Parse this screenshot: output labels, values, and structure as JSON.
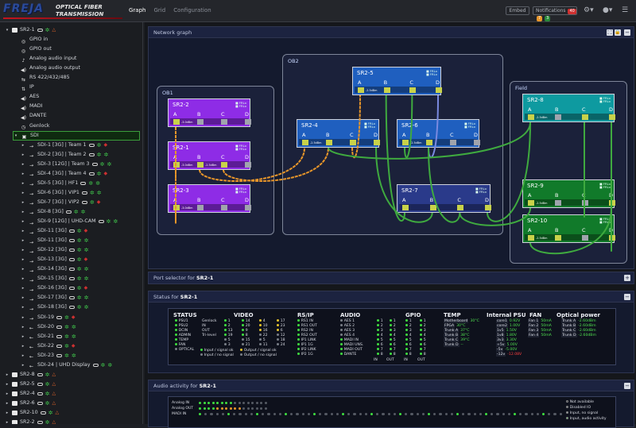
{
  "app": {
    "logo_brand": "FREJA",
    "logo_sub1": "OPTICAL FIBER",
    "logo_sub2": "TRANSMISSION",
    "nav": [
      "Graph",
      "Grid",
      "Configuration"
    ],
    "embed_label": "Embed",
    "notifications_label": "Notifications",
    "notif_counts": [
      "40",
      "7",
      "3"
    ]
  },
  "tree": [
    {
      "label": "SR2-1",
      "level": 1,
      "type": "device"
    },
    {
      "label": "GPIO in",
      "level": 2,
      "type": "gpio"
    },
    {
      "label": "GPIO out",
      "level": 2,
      "type": "gpio"
    },
    {
      "label": "Analog audio input",
      "level": 2,
      "type": "mic"
    },
    {
      "label": "Analog audio output",
      "level": 2,
      "type": "spk"
    },
    {
      "label": "RS 422/432/485",
      "level": 2,
      "type": "rs"
    },
    {
      "label": "IP",
      "level": 2,
      "type": "ip"
    },
    {
      "label": "AES",
      "level": 2,
      "type": "spk"
    },
    {
      "label": "MADI",
      "level": 2,
      "type": "spk"
    },
    {
      "label": "DANTE",
      "level": 2,
      "type": "spk"
    },
    {
      "label": "Genlock",
      "level": 2,
      "type": "clock"
    },
    {
      "label": "SDI",
      "level": 2,
      "type": "sdi"
    },
    {
      "label": "SDI-1 [3G] | Team 1",
      "level": 3,
      "type": "sdiin"
    },
    {
      "label": "SDI-2 [3G] | Team 2",
      "level": 3,
      "type": "sdiin"
    },
    {
      "label": "SDI-3 [12G] | Team 3",
      "level": 3,
      "type": "sdiin"
    },
    {
      "label": "SDI-4 [3G] | Team 4",
      "level": 3,
      "type": "sdiin"
    },
    {
      "label": "SDI-5 [3G] | HF1",
      "level": 3,
      "type": "sdiin"
    },
    {
      "label": "SDI-6 [3G] | VIP1",
      "level": 3,
      "type": "sdiin"
    },
    {
      "label": "SDI-7 [3G] | VIP2",
      "level": 3,
      "type": "sdiin"
    },
    {
      "label": "SDI-8 [3G]",
      "level": 3,
      "type": "sdiin"
    },
    {
      "label": "SDI-9 [12G] | UHD-CAM",
      "level": 3,
      "type": "sdiin"
    },
    {
      "label": "SDI-11 [3G]",
      "level": 3,
      "type": "sdiin"
    },
    {
      "label": "SDI-11 [3G]",
      "level": 3,
      "type": "sdiin"
    },
    {
      "label": "SDI-12 [3G]",
      "level": 3,
      "type": "sdiin"
    },
    {
      "label": "SDI-13 [3G]",
      "level": 3,
      "type": "sdiin"
    },
    {
      "label": "SDI-14 [3G]",
      "level": 3,
      "type": "sdiin"
    },
    {
      "label": "SDI-15 [3G]",
      "level": 3,
      "type": "sdiin"
    },
    {
      "label": "SDI-16 [3G]",
      "level": 3,
      "type": "sdiin"
    },
    {
      "label": "SDI-17 [3G]",
      "level": 3,
      "type": "sdiin"
    },
    {
      "label": "SDI-18 [3G]",
      "level": 3,
      "type": "sdiin"
    },
    {
      "label": "SDI-19",
      "level": 3,
      "type": "sdiin"
    },
    {
      "label": "SDI-20",
      "level": 3,
      "type": "sdiout"
    },
    {
      "label": "SDI-21",
      "level": 3,
      "type": "sdiout"
    },
    {
      "label": "SDI-22",
      "level": 3,
      "type": "sdiout"
    },
    {
      "label": "SDI-23",
      "level": 3,
      "type": "sdiout"
    },
    {
      "label": "SDI-24 | UHD Display",
      "level": 3,
      "type": "sdiout"
    },
    {
      "label": "SR2-8",
      "level": 1,
      "type": "device"
    },
    {
      "label": "SR2-5",
      "level": 1,
      "type": "device"
    },
    {
      "label": "SR2-4",
      "level": 1,
      "type": "device"
    },
    {
      "label": "SR2-6",
      "level": 1,
      "type": "device"
    },
    {
      "label": "SR2-10",
      "level": 1,
      "type": "device"
    },
    {
      "label": "SR2-2",
      "level": 1,
      "type": "device"
    }
  ],
  "graph_panel": {
    "title": "Network graph",
    "groups": [
      {
        "id": "ob1",
        "label": "OB1"
      },
      {
        "id": "ob2",
        "label": "OB2"
      },
      {
        "id": "field",
        "label": "Field"
      }
    ],
    "nodes": [
      {
        "id": "sr2-2",
        "label": "SR2-2",
        "flags": [
          "FRLx",
          "FRLx"
        ],
        "ports": [
          "A",
          "B",
          "C",
          "D"
        ],
        "levels": [
          "-3.0dBm",
          "",
          "",
          ""
        ],
        "lit": [
          true,
          false,
          false,
          false
        ],
        "color": "#8e2ce6"
      },
      {
        "id": "sr2-1",
        "label": "SR2-1",
        "flags": [
          "FRLx",
          "FRLx"
        ],
        "ports": [
          "A",
          "B",
          "C",
          "D"
        ],
        "levels": [
          "-3.0dBm",
          "-2.5dBm",
          "",
          ""
        ],
        "lit": [
          true,
          true,
          true,
          false
        ],
        "color": "#8e2ce6"
      },
      {
        "id": "sr2-3",
        "label": "SR2-3",
        "flags": [
          "FRLx",
          "FRLx"
        ],
        "ports": [
          "A",
          "B",
          "C",
          "D"
        ],
        "levels": [
          "-3.0dBm",
          "",
          "",
          ""
        ],
        "lit": [
          true,
          false,
          false,
          false
        ],
        "color": "#8e2ce6"
      },
      {
        "id": "sr2-5",
        "label": "SR2-5",
        "flags": [
          "FRLx",
          "FRLx"
        ],
        "ports": [
          "A",
          "B",
          "C",
          "D"
        ],
        "levels": [
          "-2.5dBm",
          "",
          "",
          ""
        ],
        "lit": [
          true,
          true,
          true,
          true
        ],
        "color": "#1f5fbf"
      },
      {
        "id": "sr2-4",
        "label": "SR2-4",
        "flags": [
          "FRLx",
          "FRLx"
        ],
        "ports": [
          "A",
          "B",
          "C",
          "D"
        ],
        "levels": [
          "-2.5dBm",
          "",
          "",
          ""
        ],
        "lit": [
          true,
          true,
          true,
          true
        ],
        "color": "#1f5fbf"
      },
      {
        "id": "sr2-6",
        "label": "SR2-6",
        "flags": [
          "FRLx",
          "FRLx"
        ],
        "ports": [
          "A",
          "B",
          "C",
          "D"
        ],
        "levels": [
          "-2.5dBm",
          "",
          "",
          ""
        ],
        "lit": [
          true,
          true,
          false,
          false
        ],
        "color": "#1f5fbf"
      },
      {
        "id": "sr2-7",
        "label": "SR2-7",
        "flags": [
          "FRLx",
          "FRLx"
        ],
        "ports": [
          "A",
          "B",
          "C",
          "D"
        ],
        "levels": [
          "",
          "",
          "",
          ""
        ],
        "lit": [
          true,
          true,
          true,
          true
        ],
        "color": "#2a3a8a"
      },
      {
        "id": "sr2-8",
        "label": "SR2-8",
        "flags": [
          "FRLx",
          "FRLx"
        ],
        "ports": [
          "A",
          "B",
          "C",
          "D"
        ],
        "levels": [
          "-2.5dBm",
          "",
          "",
          ""
        ],
        "lit": [
          true,
          false,
          true,
          true
        ],
        "color": "#0e9aa0"
      },
      {
        "id": "sr2-9",
        "label": "SR2-9",
        "flags": [
          "FRLx",
          "FRLx"
        ],
        "ports": [
          "A",
          "B",
          "C",
          "D"
        ],
        "levels": [
          "-2.5dBm",
          "",
          "",
          ""
        ],
        "lit": [
          true,
          false,
          false,
          true
        ],
        "color": "#117a2a"
      },
      {
        "id": "sr2-10",
        "label": "SR2-10",
        "flags": [
          "FRLx",
          "FRLx"
        ],
        "ports": [
          "A",
          "B",
          "C",
          "D"
        ],
        "levels": [
          "-2.5dBm",
          "",
          "",
          ""
        ],
        "lit": [
          true,
          true,
          false,
          true
        ],
        "color": "#117a2a"
      }
    ]
  },
  "port_panel": {
    "title": "Port selector for",
    "device": "SR2-1"
  },
  "status_panel": {
    "title": "Status for",
    "device": "SR2-1",
    "headers": [
      "STATUS",
      "VIDEO",
      "RS/IP",
      "AUDIO",
      "GPIO",
      "TEMP",
      "Internal PSU",
      "FAN",
      "Optical power"
    ],
    "status_items": [
      "PSU1",
      "PSU2",
      "DCIN",
      "ADMIN",
      "TEMP",
      "FAN",
      "OPTICAL"
    ],
    "video_rows": [
      "Genlock",
      "IN",
      "OUT",
      "Tri-level"
    ],
    "video_numbers": [
      "1",
      "2",
      "13",
      "19",
      "5",
      "3",
      "14",
      "20",
      "9",
      "8",
      "15",
      "21",
      "4",
      "10",
      "16",
      "22",
      "5",
      "11",
      "17",
      "23",
      "6",
      "12",
      "18",
      "24"
    ],
    "video_legend": [
      "Input / signal ok",
      "Output / signal ok",
      "Input / no signal",
      "Output / no signal"
    ],
    "rsip_items": [
      "RS1 IN",
      "RS1 OUT",
      "RS2 IN",
      "RS2 OUT",
      "IP1 LINK",
      "IP1 1G",
      "IP2 LINK",
      "IP2 1G"
    ],
    "audio_items": [
      "AES 1",
      "AES 2",
      "AES 3",
      "AES 4",
      "MADI IN",
      "MADI UNS.",
      "MADI OUT",
      "DANTE"
    ],
    "audio_numbers": [
      "1",
      "2",
      "3",
      "4",
      "5",
      "6",
      "7",
      "8"
    ],
    "io_labels": [
      "IN",
      "OUT",
      "IN",
      "OUT"
    ],
    "temp": [
      [
        "Motherboard",
        "30°C"
      ],
      [
        "FPGA",
        "30°C"
      ],
      [
        "Trunk A",
        "37°C"
      ],
      [
        "Trunk B",
        "38°C"
      ],
      [
        "Trunk C",
        "39°C"
      ],
      [
        "Trunk D",
        "--"
      ]
    ],
    "psu": [
      [
        "core1",
        "0.92V"
      ],
      [
        "core2",
        "1.00V"
      ],
      [
        "1v5",
        "1.50V"
      ],
      [
        "1v8",
        "1.80V"
      ],
      [
        "3v3",
        "3.30V"
      ],
      [
        "+5v",
        "5.00V"
      ],
      [
        "-5v",
        "-5.00V"
      ],
      [
        "-12v",
        "-12.08V"
      ]
    ],
    "fan": [
      [
        "Fan 1",
        "50mA"
      ],
      [
        "Fan 2",
        "50mA"
      ],
      [
        "Fan 3",
        "50mA"
      ],
      [
        "Fan 4",
        "50mA"
      ]
    ],
    "optical": [
      [
        "Trunk A",
        "-2.60dBm"
      ],
      [
        "Trunk B",
        "-2.60dBm"
      ],
      [
        "Trunk C",
        "-2.60dBm"
      ],
      [
        "Trunk D",
        "-2.60dBm"
      ]
    ]
  },
  "audio_panel": {
    "title": "Audio activity for",
    "device": "SR2-1",
    "rows": [
      "Analog IN",
      "Analog OUT",
      "MADI IN"
    ],
    "legend": [
      "Not available",
      "Disabled IO",
      "Input, no signal",
      "Input, audio activity"
    ]
  },
  "colors": {
    "accent_green": "#3fe040",
    "orange_link": "#e8962a",
    "green_link": "#3faa3f",
    "blue_link": "#7a8ae0"
  }
}
